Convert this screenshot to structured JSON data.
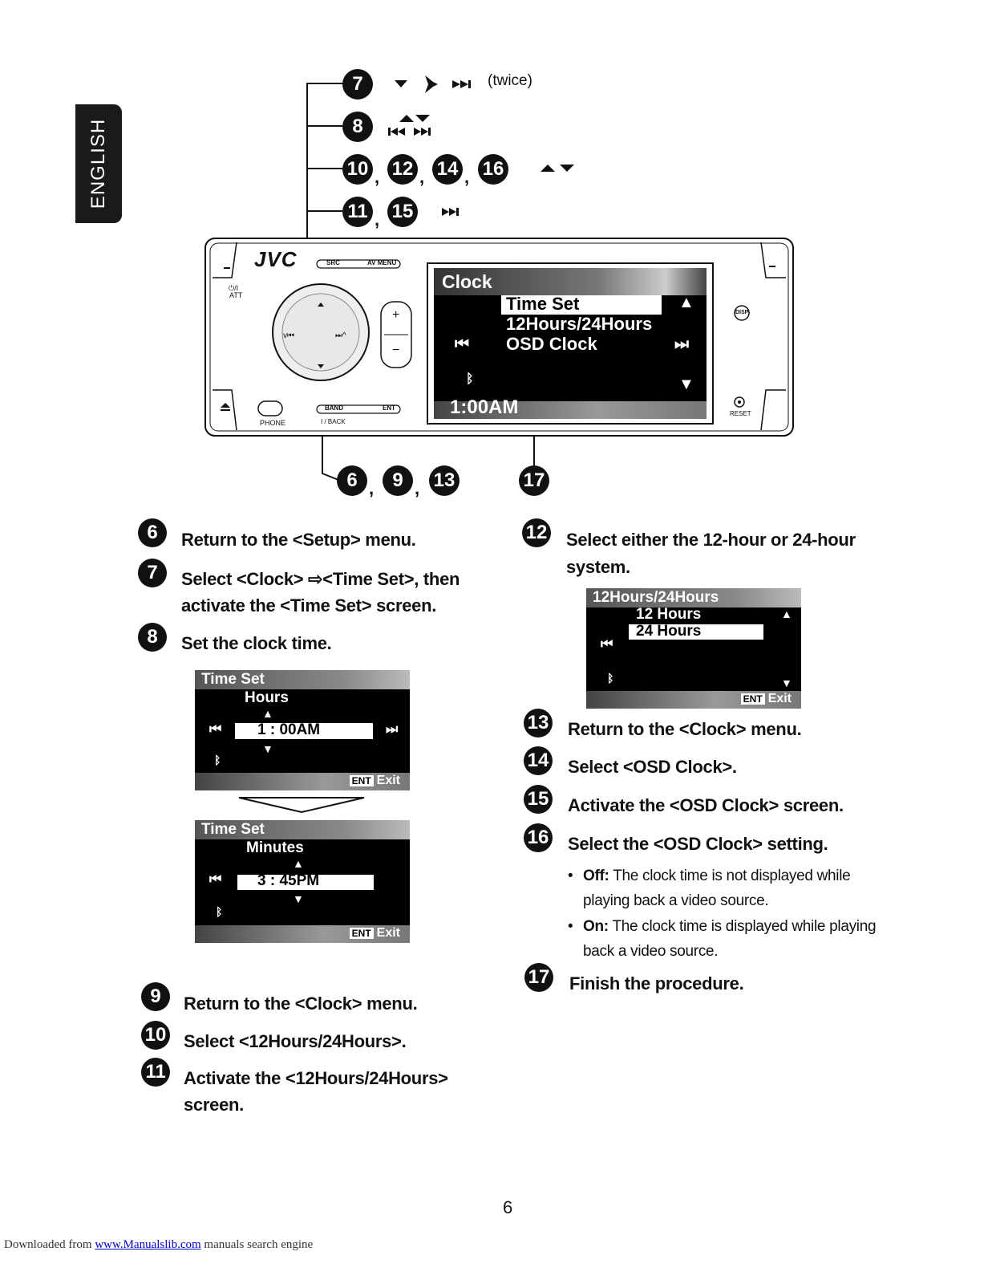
{
  "language_tab": "ENGLISH",
  "callouts": {
    "c7": {
      "num": "7",
      "twice": "(twice)"
    },
    "c8": {
      "num": "8"
    },
    "c10": {
      "nums": [
        "10",
        "12",
        "14",
        "16"
      ]
    },
    "c11": {
      "nums": [
        "11",
        "15"
      ]
    },
    "c6": {
      "nums": [
        "6",
        "9",
        "13"
      ]
    },
    "c17": {
      "num": "17"
    }
  },
  "device": {
    "brand": "JVC",
    "buttons": {
      "src": "SRC",
      "av_menu": "AV MENU",
      "power": "⏻/I",
      "att": "ATT",
      "disp": "DISP",
      "reset": "RESET",
      "phone": "PHONE",
      "band": "BAND",
      "ent": "ENT",
      "back": "I / BACK"
    },
    "screen": {
      "title": "Clock",
      "items": [
        "Time Set",
        "12Hours/24Hours",
        "OSD Clock"
      ],
      "time": "1:00AM"
    }
  },
  "steps_left": [
    {
      "num": "6",
      "text": "Return to the <Setup> menu."
    },
    {
      "num": "7",
      "text_line1": "Select <Clock> ⇨<Time Set>, then",
      "text_line2": "activate the <Time Set> screen."
    },
    {
      "num": "8",
      "text": "Set the clock time."
    }
  ],
  "time_set_hours": {
    "title": "Time Set",
    "label": "Hours",
    "value": "1 : 00AM",
    "ent": "ENT",
    "exit": "Exit"
  },
  "time_set_minutes": {
    "title": "Time Set",
    "label": "Minutes",
    "value": "3 : 45PM",
    "ent": "ENT",
    "exit": "Exit"
  },
  "steps_left_bottom": [
    {
      "num": "9",
      "text": "Return to the <Clock> menu."
    },
    {
      "num": "10",
      "text": "Select <12Hours/24Hours>."
    },
    {
      "num": "11",
      "text_line1": "Activate the <12Hours/24Hours>",
      "text_line2": "screen."
    }
  ],
  "step12": {
    "num": "12",
    "text_line1": "Select either the 12-hour or 24-hour",
    "text_line2": "system."
  },
  "hours_screen": {
    "title": "12Hours/24Hours",
    "items": [
      "12 Hours",
      "24 Hours"
    ],
    "ent": "ENT",
    "exit": "Exit"
  },
  "steps_right": [
    {
      "num": "13",
      "text": "Return to the <Clock> menu."
    },
    {
      "num": "14",
      "text": "Select <OSD Clock>."
    },
    {
      "num": "15",
      "text": "Activate the <OSD Clock> screen."
    },
    {
      "num": "16",
      "text": "Select the <OSD Clock> setting."
    }
  ],
  "bullets": [
    {
      "term": "Off:",
      "line1": " The clock time is not displayed while",
      "line2": "playing back a video source."
    },
    {
      "term": "On:",
      "line1": " The clock time is displayed while playing",
      "line2": "back a video source."
    }
  ],
  "step17": {
    "num": "17",
    "text": "Finish the procedure."
  },
  "page_number": "6",
  "footer": {
    "prefix": "Downloaded from ",
    "link": "www.Manualslib.com",
    "suffix": " manuals search engine"
  }
}
